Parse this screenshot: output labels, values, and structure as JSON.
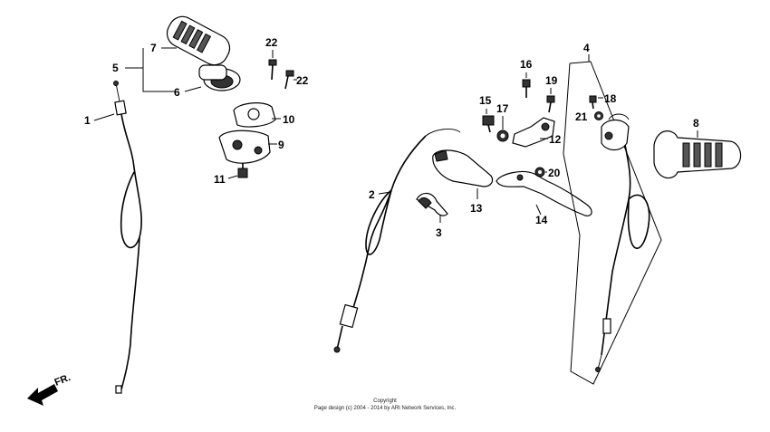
{
  "labels": {
    "p1": "1",
    "p2": "2",
    "p3": "3",
    "p4": "4",
    "p5": "5",
    "p6": "6",
    "p7": "7",
    "p8": "8",
    "p9": "9",
    "p10": "10",
    "p11": "11",
    "p12": "12",
    "p13": "13",
    "p14": "14",
    "p15": "15",
    "p16": "16",
    "p17": "17",
    "p18": "18",
    "p19": "19",
    "p20": "20",
    "p21": "21",
    "p22a": "22",
    "p22b": "22"
  },
  "direction_indicator": "FR.",
  "copyright": {
    "line1": "Copyright",
    "line2": "Page design (c) 2004 - 2014 by ARI Network Services, Inc."
  }
}
